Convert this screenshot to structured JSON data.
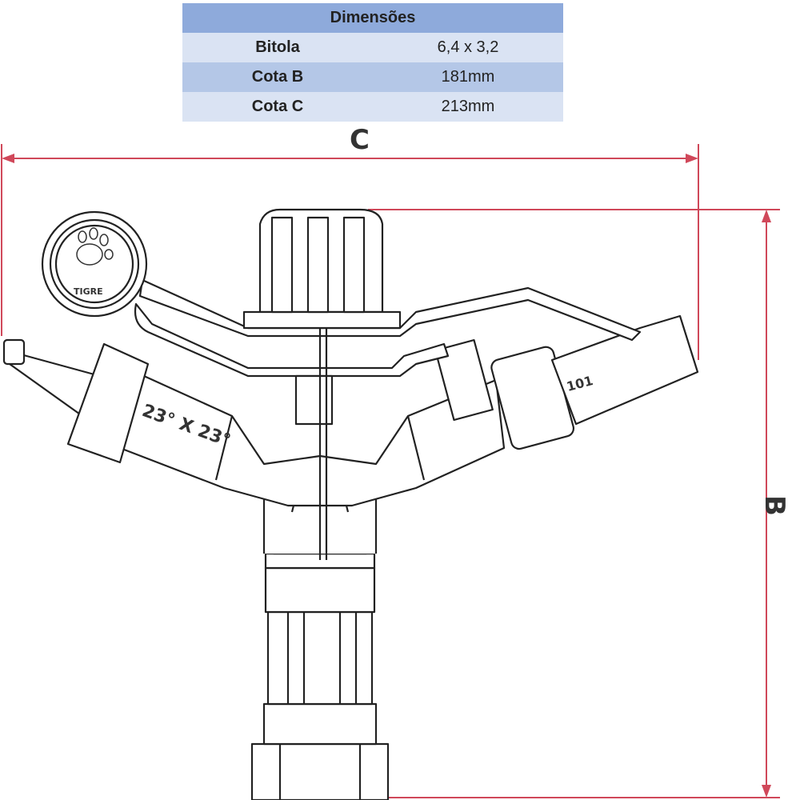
{
  "table": {
    "header": "Dimensões",
    "rows": [
      {
        "label": "Bitola",
        "value": "6,4 x 3,2"
      },
      {
        "label": "Cota B",
        "value": "181mm"
      },
      {
        "label": "Cota C",
        "value": "213mm"
      }
    ]
  },
  "drawing": {
    "dimension_c_label": "C",
    "dimension_b_label": "B",
    "nozzle_angle_label": "23° X 23°",
    "nozzle_number_label": "101",
    "logo_text": "TIGRE",
    "dimension_color": "#d0485a"
  }
}
